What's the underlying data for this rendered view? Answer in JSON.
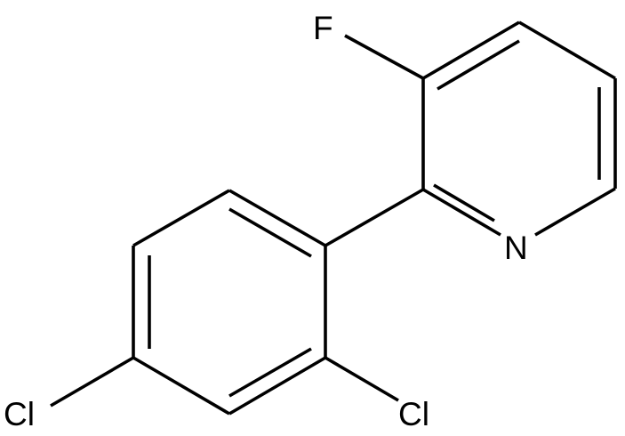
{
  "structure": {
    "atoms": {
      "fluorine": "F",
      "nitrogen": "N",
      "chlorine_ortho": "Cl",
      "chlorine_para": "Cl"
    }
  },
  "colors": {
    "bond": "#000000",
    "label": "#000000",
    "background": "#ffffff"
  }
}
